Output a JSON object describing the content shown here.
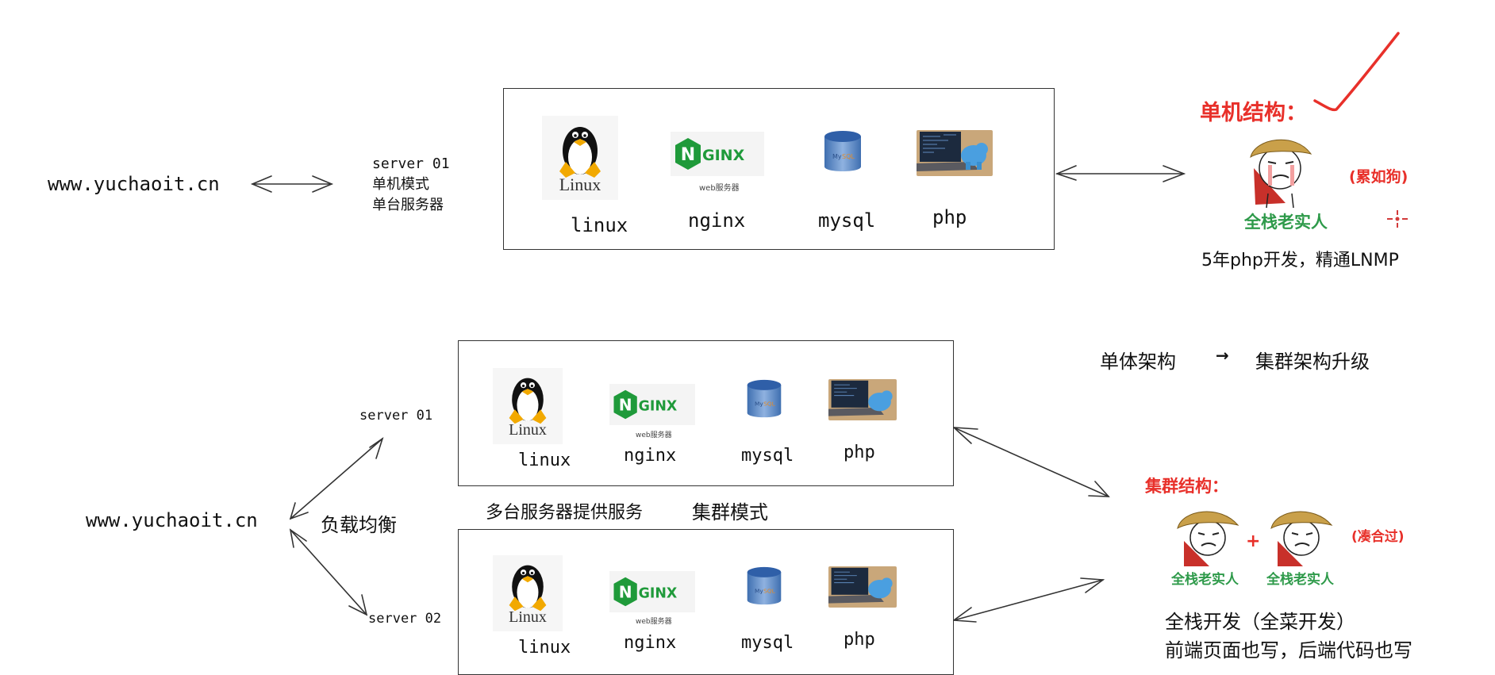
{
  "colors": {
    "line": "#333333",
    "accent_red": "#e8302a",
    "accent_green": "#2e9a4a",
    "nginx_green": "#1f9a3a",
    "linux_yellow": "#f2a900",
    "mysql_blue": "#4a78b8"
  },
  "single": {
    "domain": "www.yuchaoit.cn",
    "server_name": "server 01",
    "mode": "单机模式",
    "desc": "单台服务器",
    "stack": [
      {
        "id": "linux",
        "label": "linux",
        "logo_text": "Linux",
        "icon": "linux-penguin-icon"
      },
      {
        "id": "nginx",
        "label": "nginx",
        "logo_text": "NGINX",
        "sub": "web服务器",
        "icon": "nginx-logo-icon"
      },
      {
        "id": "mysql",
        "label": "mysql",
        "logo_text": "MySQL",
        "icon": "mysql-database-icon"
      },
      {
        "id": "php",
        "label": "php",
        "icon": "php-elephant-laptop-icon"
      }
    ],
    "structure_title": "单机结构：",
    "meme_caption": "全栈老实人",
    "meme_note": "(累如狗)",
    "summary": "5年php开发，精通LNMP"
  },
  "upgrade": {
    "from": "单体架构",
    "arrow": "→",
    "to": "集群架构升级"
  },
  "cluster": {
    "domain": "www.yuchaoit.cn",
    "load_balance": "负载均衡",
    "servers": [
      {
        "name": "server 01"
      },
      {
        "name": "server 02"
      }
    ],
    "stack": [
      {
        "id": "linux",
        "label": "linux",
        "logo_text": "Linux"
      },
      {
        "id": "nginx",
        "label": "nginx",
        "logo_text": "NGINX",
        "sub": "web服务器"
      },
      {
        "id": "mysql",
        "label": "mysql",
        "logo_text": "MySQL"
      },
      {
        "id": "php",
        "label": "php"
      }
    ],
    "caption_multi": "多台服务器提供服务",
    "caption_mode": "集群模式",
    "structure_title": "集群结构：",
    "meme_caption_1": "全栈老实人",
    "meme_caption_2": "全栈老实人",
    "plus": "+",
    "meme_note": "(凑合过)",
    "line1": "全栈开发（全菜开发）",
    "line2": "前端页面也写，后端代码也写"
  }
}
